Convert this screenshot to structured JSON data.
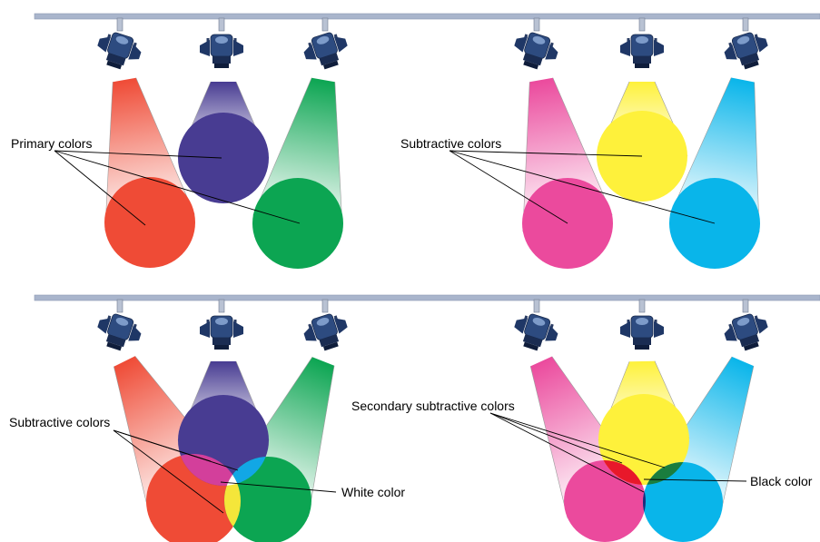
{
  "panels": {
    "additive": {
      "label": "Primary colors"
    },
    "subtractive": {
      "label": "Subtractive colors"
    },
    "additive_mix": {
      "label_overlaps": "Subtractive colors",
      "label_center": "White color"
    },
    "subtractive_mix": {
      "label_overlaps": "Secondary subtractive colors",
      "label_center": "Black color"
    }
  },
  "colors": {
    "red": "#ef4b36",
    "blue": "#483c92",
    "green": "#0ca552",
    "magenta": "#eb4a9d",
    "yellow": "#fef13b",
    "cyan": "#09b5ea",
    "mix_magenta": "#d33f9b",
    "mix_cyan": "#12a7e5",
    "mix_yellow": "#f4e63a",
    "white": "#ffffff",
    "mix_red": "#e8182a",
    "mix_green": "#1a7d3e",
    "mix_blue": "#1e2a7a",
    "black": "#120e45",
    "rail": "#a9b5cc",
    "lamp": "#2d4b80"
  },
  "icons": {
    "spotlight": "stage-spotlight-icon",
    "rail": "lighting-truss-rail"
  }
}
